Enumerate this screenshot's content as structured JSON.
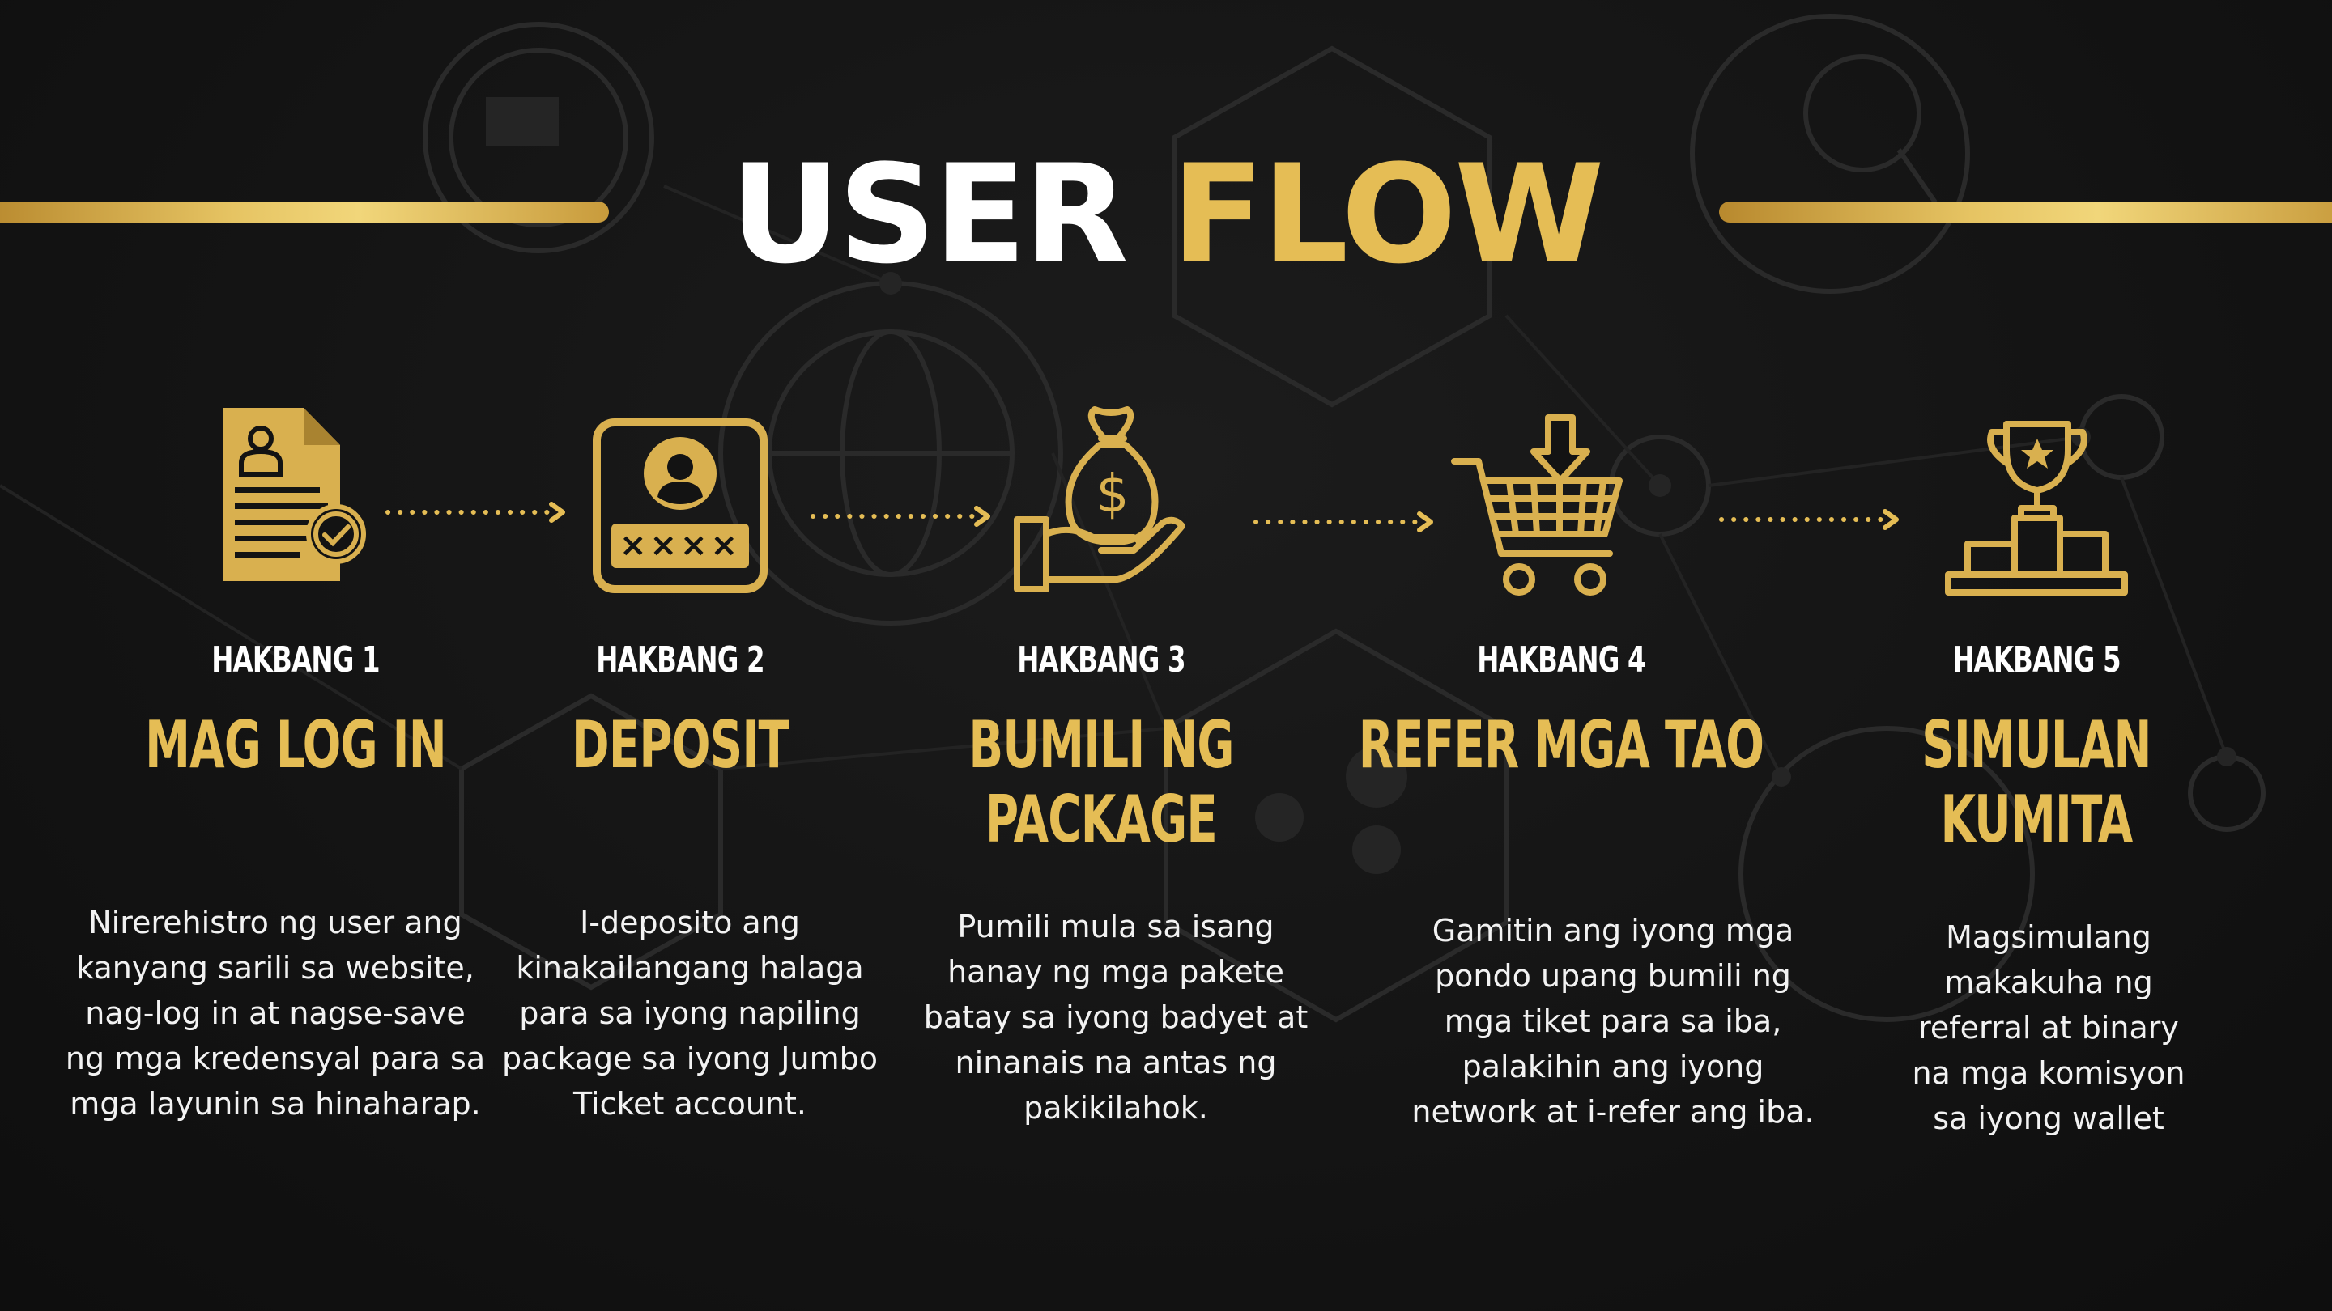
{
  "title": {
    "part1": "USER",
    "part2": "FLOW"
  },
  "colors": {
    "gold": "#e5bd55",
    "gold_dark": "#c89b3c",
    "background": "#131313",
    "text": "#ffffff"
  },
  "steps": [
    {
      "label": "HAKBANG 1",
      "title": "MAG LOG IN",
      "icon": "document-user-check-icon",
      "description": "Nirerehistro ng user ang kanyang sarili sa website, nag-log in at nagse-save ng mga kredensyal para sa mga layunin sa hinaharap."
    },
    {
      "label": "HAKBANG 2",
      "title": "DEPOSIT",
      "icon": "user-card-password-icon",
      "description": "I-deposito ang kinakailangang halaga para sa iyong napiling package sa iyong Jumbo Ticket account."
    },
    {
      "label": "HAKBANG 3",
      "title": "BUMILI NG PACKAGE",
      "icon": "money-bag-hand-icon",
      "description": "Pumili mula sa isang hanay ng mga pakete batay sa iyong badyet at ninanais na antas ng pakikilahok."
    },
    {
      "label": "HAKBANG 4",
      "title": "REFER MGA TAO",
      "icon": "shopping-cart-download-icon",
      "description": "Gamitin ang iyong mga pondo upang bumili ng mga tiket para sa iba, palakihin ang iyong network at i-refer ang iba."
    },
    {
      "label": "HAKBANG 5",
      "title": "SIMULAN KUMITA",
      "icon": "trophy-podium-icon",
      "description": "Magsimulang makakuha ng referral at binary na mga komisyon sa iyong wallet"
    }
  ]
}
